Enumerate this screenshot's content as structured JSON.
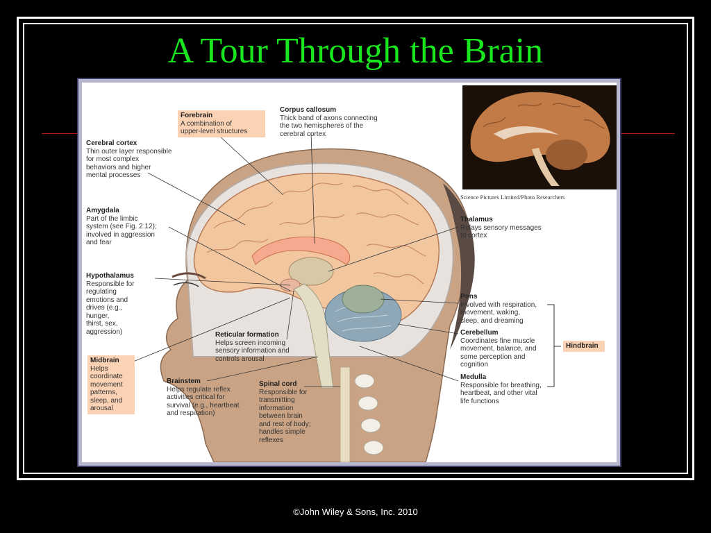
{
  "slide": {
    "title": "A Tour Through the Brain",
    "footer": "©John Wiley & Sons, Inc. 2010"
  },
  "colors": {
    "background": "#000000",
    "title": "#19e61f",
    "callout_fill": "#fbd2b3",
    "cortex": "#f2c7a0",
    "skin": "#c9a384"
  },
  "photo": {
    "credit": "Science Pictures Limited/Photo Researchers"
  },
  "labels": {
    "forebrain": {
      "heading": "Forebrain",
      "desc": "A combination of\nupper-level structures"
    },
    "corpus_callosum": {
      "heading": "Corpus callosum",
      "desc": "Thick band of axons connecting\nthe two hemispheres of the\ncerebral cortex"
    },
    "cerebral_cortex": {
      "heading": "Cerebral cortex",
      "desc": "Thin outer layer responsible\nfor most complex\nbehaviors and higher\nmental processes"
    },
    "amygdala": {
      "heading": "Amygdala",
      "desc": "Part of the limbic\nsystem (see Fig. 2.12);\ninvolved in aggression\nand fear"
    },
    "hypothalamus": {
      "heading": "Hypothalamus",
      "desc": "Responsible for\nregulating\nemotions and\ndrives (e.g.,\nhunger,\nthirst, sex,\naggression)"
    },
    "thalamus": {
      "heading": "Thalamus",
      "desc": "Relays sensory messages\nto cortex"
    },
    "pons": {
      "heading": "Pons",
      "desc": "Involved with respiration,\nmovement, waking,\nsleep, and dreaming"
    },
    "cerebellum": {
      "heading": "Cerebellum",
      "desc": "Coordinates fine muscle\nmovement, balance, and\nsome perception and\ncognition"
    },
    "medulla": {
      "heading": "Medulla",
      "desc": "Responsible for breathing,\nheartbeat, and other vital\nlife functions"
    },
    "hindbrain": {
      "heading": "Hindbrain"
    },
    "reticular_formation": {
      "heading": "Reticular formation",
      "desc": "Helps screen incoming\nsensory information and\ncontrols arousal"
    },
    "midbrain": {
      "heading": "Midbrain",
      "desc": "Helps\ncoordinate\nmovement\npatterns,\nsleep, and\narousal"
    },
    "brainstem": {
      "heading": "Brainstem",
      "desc": "Helps regulate reflex\nactivities critical for\nsurvival (e.g., heartbeat\nand respiration)"
    },
    "spinal_cord": {
      "heading": "Spinal cord",
      "desc": "Responsible for\ntransmitting\ninformation\nbetween brain\nand rest of body;\nhandles simple\nreflexes"
    }
  }
}
